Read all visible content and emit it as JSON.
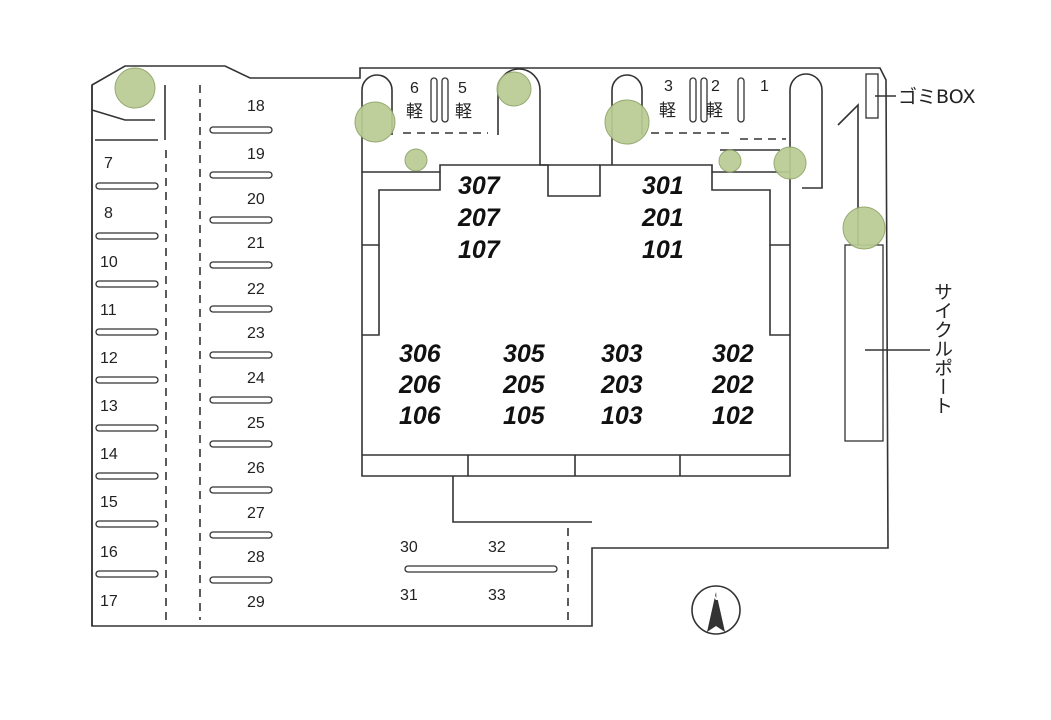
{
  "parking_left_column": [
    "7",
    "8",
    "10",
    "11",
    "12",
    "13",
    "14",
    "15",
    "16",
    "17"
  ],
  "parking_right_column": [
    "18",
    "19",
    "20",
    "21",
    "22",
    "23",
    "24",
    "25",
    "26",
    "27",
    "28",
    "29"
  ],
  "parking_bottom": [
    "30",
    "31",
    "32",
    "33"
  ],
  "kei_spaces": [
    {
      "number": "6",
      "type": "軽"
    },
    {
      "number": "5",
      "type": "軽"
    },
    {
      "number": "3",
      "type": "軽"
    },
    {
      "number": "2",
      "type": "軽"
    },
    {
      "number": "1",
      "type": ""
    }
  ],
  "units": {
    "west_wing": [
      "307",
      "207",
      "107"
    ],
    "east_wing": [
      "301",
      "201",
      "101"
    ],
    "main_block": [
      [
        "306",
        "206",
        "106"
      ],
      [
        "305",
        "205",
        "105"
      ],
      [
        "303",
        "203",
        "103"
      ],
      [
        "302",
        "202",
        "102"
      ]
    ]
  },
  "labels": {
    "garbage_box": "ゴミBOX",
    "cycle_port": "サイクルポート",
    "compass": "N"
  },
  "colors": {
    "line": "#333333",
    "tree": "#b9cc94",
    "background": "#ffffff"
  }
}
